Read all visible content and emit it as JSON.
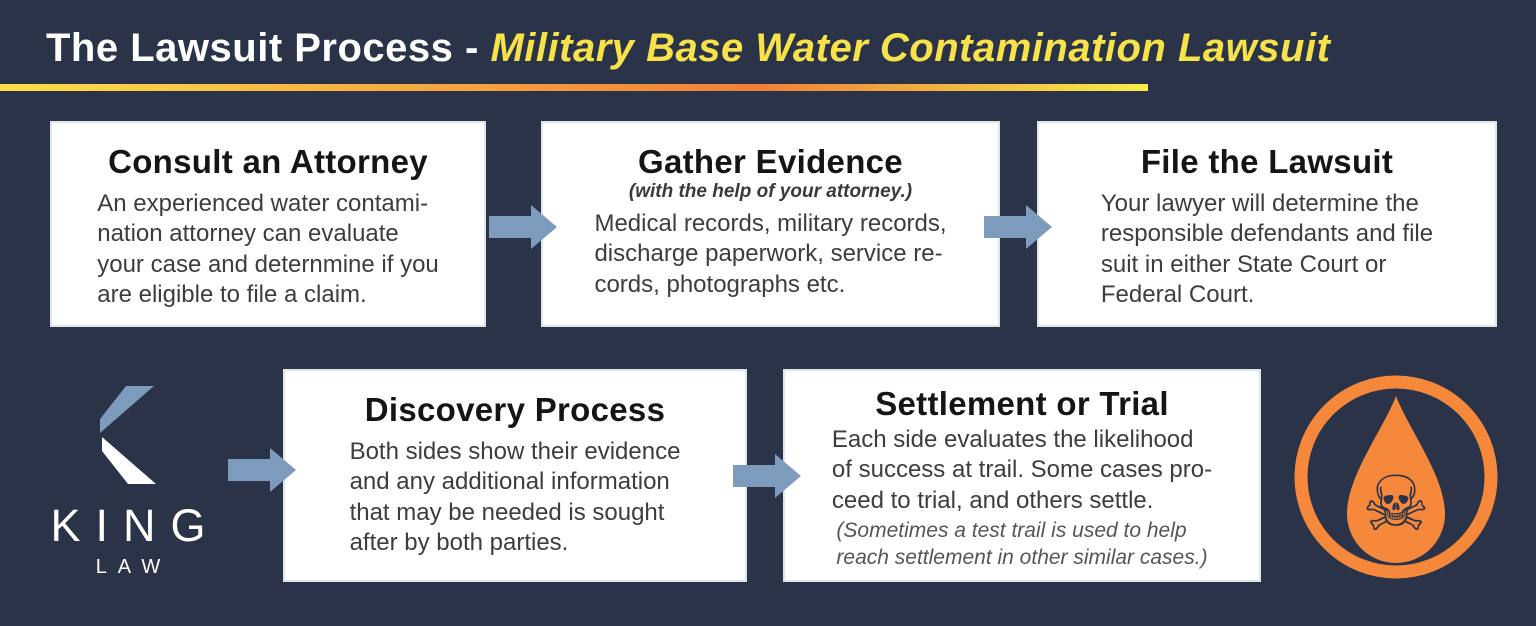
{
  "title": {
    "prefix": "The Lawsuit Process - ",
    "highlight": "Military Base Water Contamination Lawsuit"
  },
  "steps": [
    {
      "heading": "Consult an Attorney",
      "body_lines": [
        "An experienced water contami-",
        "nation attorney can evaluate",
        "your case and deternmine if you",
        "are eligible to file a claim."
      ]
    },
    {
      "heading": "Gather Evidence",
      "subheading": "(with the help of your attorney.)",
      "body_lines": [
        "Medical records, military records,",
        "discharge paperwork, service re-",
        "cords, photographs etc."
      ]
    },
    {
      "heading": "File the Lawsuit",
      "body_lines": [
        "Your lawyer will determine the",
        "responsible defendants and file",
        "suit in either State Court or",
        "Federal Court."
      ]
    },
    {
      "heading": "Discovery Process",
      "body_lines": [
        "Both sides show their evidence",
        "and any additional information",
        "that may be needed is sought",
        "after by both parties."
      ]
    },
    {
      "heading": "Settlement or Trial",
      "body_lines": [
        "Each side evaluates the likelihood",
        "of success at trail. Some cases pro-",
        "ceed to trial, and others settle."
      ],
      "note_lines": [
        "(Sometimes a test trail is used to help",
        "reach settlement in other similar cases.)"
      ]
    }
  ],
  "logo": {
    "wordmark": "KING",
    "subtext": "LAW"
  },
  "icons": {
    "flow_arrow": "arrow-right",
    "poison": "skull-and-crossbones-water-drop",
    "skull_glyph": "☠"
  },
  "colors": {
    "background_navy": "#2a3348",
    "card_white": "#ffffff",
    "accent_steel_blue": "#7d9bbc",
    "accent_orange": "#f6883b",
    "accent_yellow": "#f7e24a",
    "underline_gradient": [
      "#fbdf4a",
      "#f7a03e",
      "#ef8038",
      "#f8ed4a"
    ]
  }
}
